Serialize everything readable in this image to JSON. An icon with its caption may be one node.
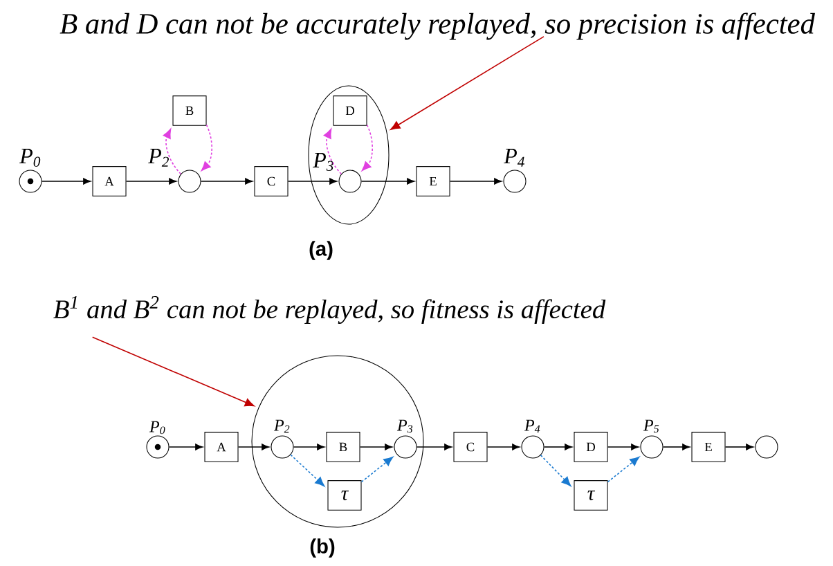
{
  "diagram": {
    "nodes": [
      {
        "text": [
          "B and D can not be accurately replayed, so precision is affected"
        ]
      },
      {
        "text": [],
        "shape": "circle",
        "beside": [
          "P$_{0}$"
        ]
      },
      {
        "text": [
          "A"
        ]
      },
      {
        "text": [
          "B"
        ]
      },
      {
        "text": [],
        "shape": "circle",
        "beside": [
          "P$_{2}$"
        ]
      },
      {
        "text": [
          "C"
        ]
      },
      {
        "text": [],
        "shape": "ellipse"
      },
      {
        "text": [
          "D"
        ],
        "in": 6
      },
      {
        "text": [],
        "shape": "circle",
        "beside": [
          "P$_{3}$"
        ],
        "in": 6
      },
      {
        "text": [
          "E"
        ]
      },
      {
        "text": [],
        "shape": "circle",
        "beside": [
          "P$_{4}$"
        ]
      },
      {
        "text": [
          "B$^{1}$ and B$^{2}$ can not be replayed, so fitness is affected"
        ]
      },
      {
        "text": [],
        "shape": "circle",
        "beside": [
          "P$_{0}$"
        ]
      },
      {
        "text": [
          "A"
        ]
      },
      {
        "text": [],
        "shape": "circle"
      },
      {
        "text": [],
        "shape": "circle",
        "beside": [
          "P$_{2}$"
        ],
        "in": 14
      },
      {
        "text": [
          "B"
        ],
        "in": 14
      },
      {
        "text": [],
        "shape": "circle",
        "beside": [
          "P$_{3}$"
        ],
        "in": 14
      },
      {
        "text": [
          "τ"
        ],
        "in": 14
      },
      {
        "text": [
          "C"
        ]
      },
      {
        "text": [],
        "shape": "circle",
        "beside": [
          "P$_{4}$"
        ]
      },
      {
        "text": [
          "D"
        ]
      },
      {
        "text": [
          "τ"
        ]
      },
      {
        "text": [],
        "shape": "circle",
        "beside": [
          "P$_{5}$"
        ]
      },
      {
        "text": [
          "E"
        ]
      },
      {
        "text": [],
        "shape": "circle"
      }
    ],
    "edges": [
      {
        "from": 1,
        "to": 2,
        "arrow": "to"
      },
      {
        "from": 2,
        "to": 4,
        "arrow": "to"
      },
      {
        "from": 4,
        "to": 5,
        "arrow": "to"
      },
      {
        "from": 5,
        "to": 8,
        "arrow": "to"
      },
      {
        "from": 8,
        "to": 9,
        "arrow": "to"
      },
      {
        "from": 9,
        "to": 10,
        "arrow": "to"
      },
      {
        "from": 4,
        "to": 3,
        "arrow": "to",
        "style": "dashed",
        "color": "#e040e0"
      },
      {
        "from": 3,
        "to": 4,
        "arrow": "to",
        "style": "dashed",
        "color": "#e040e0"
      },
      {
        "from": 8,
        "to": 7,
        "arrow": "to",
        "style": "dashed",
        "color": "#e040e0"
      },
      {
        "from": 7,
        "to": 8,
        "arrow": "to",
        "style": "dashed",
        "color": "#e040e0"
      },
      {
        "from": 0,
        "to": 6,
        "arrow": "to",
        "color": "#c00000"
      },
      {
        "from": 12,
        "to": 13,
        "arrow": "to"
      },
      {
        "from": 13,
        "to": 15,
        "arrow": "to"
      },
      {
        "from": 15,
        "to": 16,
        "arrow": "to"
      },
      {
        "from": 16,
        "to": 17,
        "arrow": "to"
      },
      {
        "from": 17,
        "to": 19,
        "arrow": "to"
      },
      {
        "from": 19,
        "to": 20,
        "arrow": "to"
      },
      {
        "from": 20,
        "to": 21,
        "arrow": "to"
      },
      {
        "from": 21,
        "to": 23,
        "arrow": "to"
      },
      {
        "from": 23,
        "to": 24,
        "arrow": "to"
      },
      {
        "from": 24,
        "to": 25,
        "arrow": "to"
      },
      {
        "from": 15,
        "to": 18,
        "arrow": "to",
        "style": "dashed",
        "color": "#1a7ad0"
      },
      {
        "from": 18,
        "to": 17,
        "arrow": "to",
        "style": "dashed",
        "color": "#1a7ad0"
      },
      {
        "from": 20,
        "to": 22,
        "arrow": "to",
        "style": "dashed",
        "color": "#1a7ad0"
      },
      {
        "from": 22,
        "to": 23,
        "arrow": "to",
        "style": "dashed",
        "color": "#1a7ad0"
      },
      {
        "from": 11,
        "to": 14,
        "arrow": "to",
        "color": "#c00000"
      }
    ],
    "labels": [
      "(a)",
      "(b)"
    ]
  }
}
